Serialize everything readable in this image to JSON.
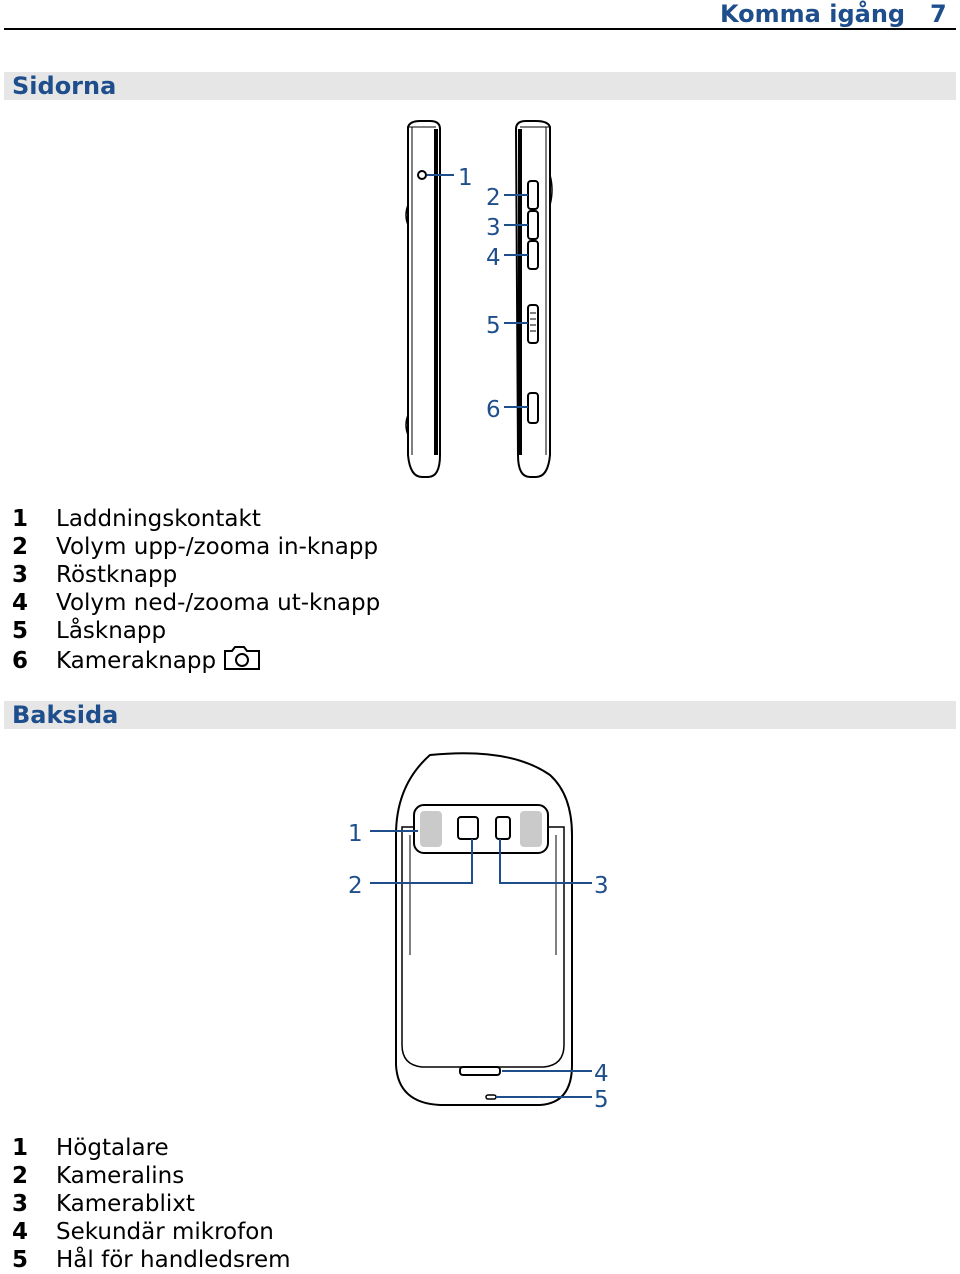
{
  "header": {
    "title": "Komma igång",
    "page_number": "7"
  },
  "sections": {
    "sides": {
      "title": "Sidorna",
      "callouts": [
        "1",
        "2",
        "3",
        "4",
        "5",
        "6"
      ],
      "legend": [
        {
          "num": "1",
          "text": "Laddningskontakt"
        },
        {
          "num": "2",
          "text": "Volym upp-/zooma in-knapp"
        },
        {
          "num": "3",
          "text": "Röstknapp"
        },
        {
          "num": "4",
          "text": "Volym ned-/zooma ut-knapp"
        },
        {
          "num": "5",
          "text": "Låsknapp"
        },
        {
          "num": "6",
          "text": "Kameraknapp",
          "icon": "camera-icon"
        }
      ]
    },
    "back": {
      "title": "Baksida",
      "callouts": [
        "1",
        "2",
        "3",
        "4",
        "5"
      ],
      "legend": [
        {
          "num": "1",
          "text": "Högtalare"
        },
        {
          "num": "2",
          "text": "Kameralins"
        },
        {
          "num": "3",
          "text": "Kamerablixt"
        },
        {
          "num": "4",
          "text": "Sekundär mikrofon"
        },
        {
          "num": "5",
          "text": "Hål för handledsrem"
        }
      ]
    }
  },
  "colors": {
    "accent": "#1f4e8c",
    "section_bg": "#e6e6e6"
  }
}
